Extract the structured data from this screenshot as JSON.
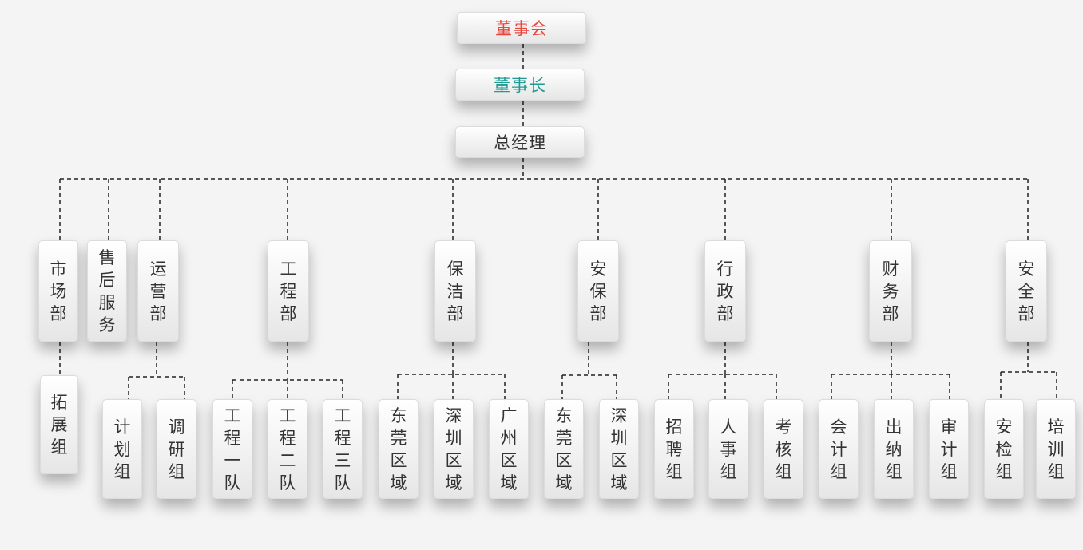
{
  "colors": {
    "chairman_board": "#e8463b",
    "chairman": "#1f9a93",
    "text": "#333333",
    "line": "#222222"
  },
  "top": [
    {
      "id": "board",
      "label": "董事会"
    },
    {
      "id": "chairman",
      "label": "董事长"
    },
    {
      "id": "gm",
      "label": "总经理"
    }
  ],
  "departments": [
    {
      "id": "market",
      "label": "市场部",
      "subs": [
        "拓展组"
      ]
    },
    {
      "id": "aftersale",
      "label": "售后服务",
      "subs": []
    },
    {
      "id": "operation",
      "label": "运营部",
      "subs": [
        "计划组",
        "调研组"
      ]
    },
    {
      "id": "engineering",
      "label": "工程部",
      "subs": [
        "工程一队",
        "工程二队",
        "工程三队"
      ]
    },
    {
      "id": "cleaning",
      "label": "保洁部",
      "subs": [
        "东莞区域",
        "深圳区域",
        "广州区域"
      ]
    },
    {
      "id": "security",
      "label": "安保部",
      "subs": [
        "东莞区域",
        "深圳区域"
      ]
    },
    {
      "id": "admin",
      "label": "行政部",
      "subs": [
        "招聘组",
        "人事组",
        "考核组"
      ]
    },
    {
      "id": "finance",
      "label": "财务部",
      "subs": [
        "会计组",
        "出纳组",
        "审计组"
      ]
    },
    {
      "id": "safety",
      "label": "安全部",
      "subs": [
        "安检组",
        "培训组"
      ]
    }
  ]
}
